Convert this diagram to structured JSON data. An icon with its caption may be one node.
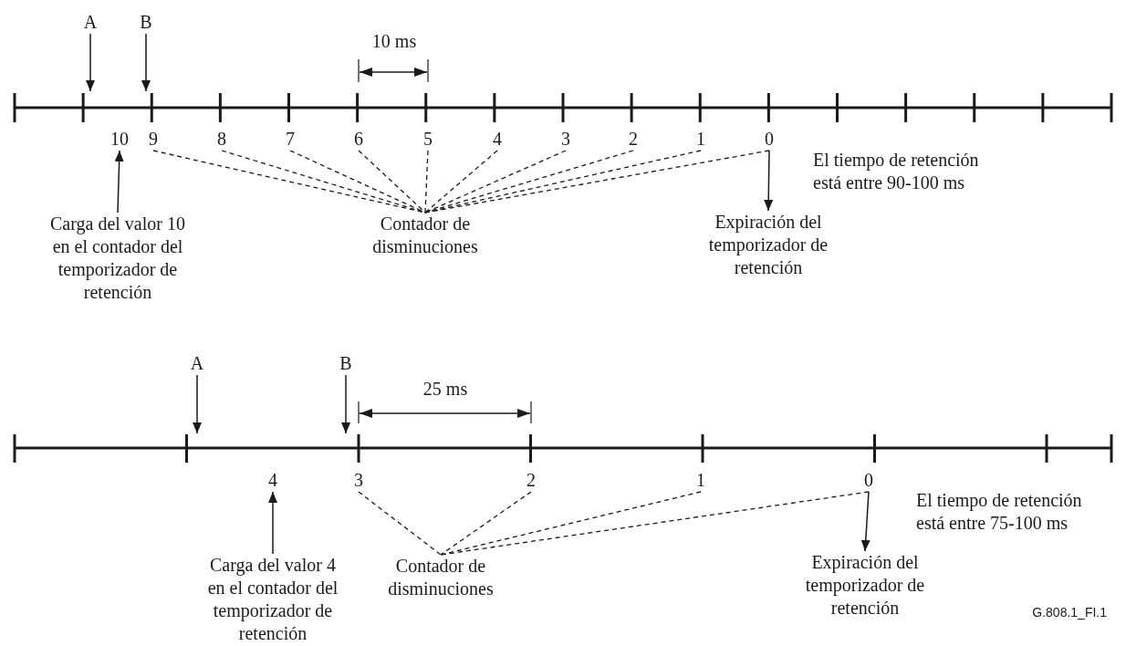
{
  "diagram": {
    "nodes": [
      {
        "text": [
          "A"
        ]
      },
      {
        "text": [
          "B"
        ]
      },
      {
        "text": [
          "10"
        ]
      },
      {
        "text": [
          "9"
        ]
      },
      {
        "text": [
          "8"
        ]
      },
      {
        "text": [
          "7"
        ]
      },
      {
        "text": [
          "6"
        ]
      },
      {
        "text": [
          "5"
        ]
      },
      {
        "text": [
          "4"
        ]
      },
      {
        "text": [
          "3"
        ]
      },
      {
        "text": [
          "2"
        ]
      },
      {
        "text": [
          "1"
        ]
      },
      {
        "text": [
          "0"
        ]
      },
      {
        "text": [
          "Carga del valor 10 en el contador del temporizador de retención"
        ]
      },
      {
        "text": [
          "Contador de disminuciones"
        ]
      },
      {
        "text": [
          "Expiración del temporizador de retención"
        ]
      },
      {
        "text": [
          "A"
        ]
      },
      {
        "text": [
          "B"
        ]
      },
      {
        "text": [
          "4"
        ]
      },
      {
        "text": [
          "3"
        ]
      },
      {
        "text": [
          "2"
        ]
      },
      {
        "text": [
          "1"
        ]
      },
      {
        "text": [
          "0"
        ]
      },
      {
        "text": [
          "Carga del valor 4 en el contador del temporizador de retención"
        ]
      },
      {
        "text": [
          "Contador de disminuciones"
        ]
      },
      {
        "text": [
          "Expiración del temporizador de retención"
        ]
      }
    ],
    "edges": [
      {
        "from": 0,
        "to": null,
        "arrow": "to"
      },
      {
        "from": 1,
        "to": null,
        "arrow": "to"
      },
      {
        "from": 13,
        "to": 2,
        "arrow": "to"
      },
      {
        "from": 3,
        "to": 14,
        "arrow": "none",
        "style": "dashed"
      },
      {
        "from": 4,
        "to": 14,
        "arrow": "none",
        "style": "dashed"
      },
      {
        "from": 5,
        "to": 14,
        "arrow": "none",
        "style": "dashed"
      },
      {
        "from": 6,
        "to": 14,
        "arrow": "none",
        "style": "dashed"
      },
      {
        "from": 7,
        "to": 14,
        "arrow": "none",
        "style": "dashed"
      },
      {
        "from": 8,
        "to": 14,
        "arrow": "none",
        "style": "dashed"
      },
      {
        "from": 9,
        "to": 14,
        "arrow": "none",
        "style": "dashed"
      },
      {
        "from": 10,
        "to": 14,
        "arrow": "none",
        "style": "dashed"
      },
      {
        "from": 11,
        "to": 14,
        "arrow": "none",
        "style": "dashed"
      },
      {
        "from": 12,
        "to": 14,
        "arrow": "none",
        "style": "dashed"
      },
      {
        "from": 12,
        "to": 15,
        "arrow": "to"
      },
      {
        "from": 16,
        "to": null,
        "arrow": "to"
      },
      {
        "from": 17,
        "to": null,
        "arrow": "to"
      },
      {
        "from": 23,
        "to": 18,
        "arrow": "to"
      },
      {
        "from": 19,
        "to": 24,
        "arrow": "none",
        "style": "dashed"
      },
      {
        "from": 20,
        "to": 24,
        "arrow": "none",
        "style": "dashed"
      },
      {
        "from": 21,
        "to": 24,
        "arrow": "none",
        "style": "dashed"
      },
      {
        "from": 22,
        "to": 24,
        "arrow": "none",
        "style": "dashed"
      },
      {
        "from": 22,
        "to": 25,
        "arrow": "to"
      }
    ],
    "labels": [
      "10 ms",
      "El tiempo de retención está entre 90-100 ms",
      "25 ms",
      "El tiempo de retención está entre 75-100 ms",
      "G.808.1_FI.1"
    ]
  }
}
